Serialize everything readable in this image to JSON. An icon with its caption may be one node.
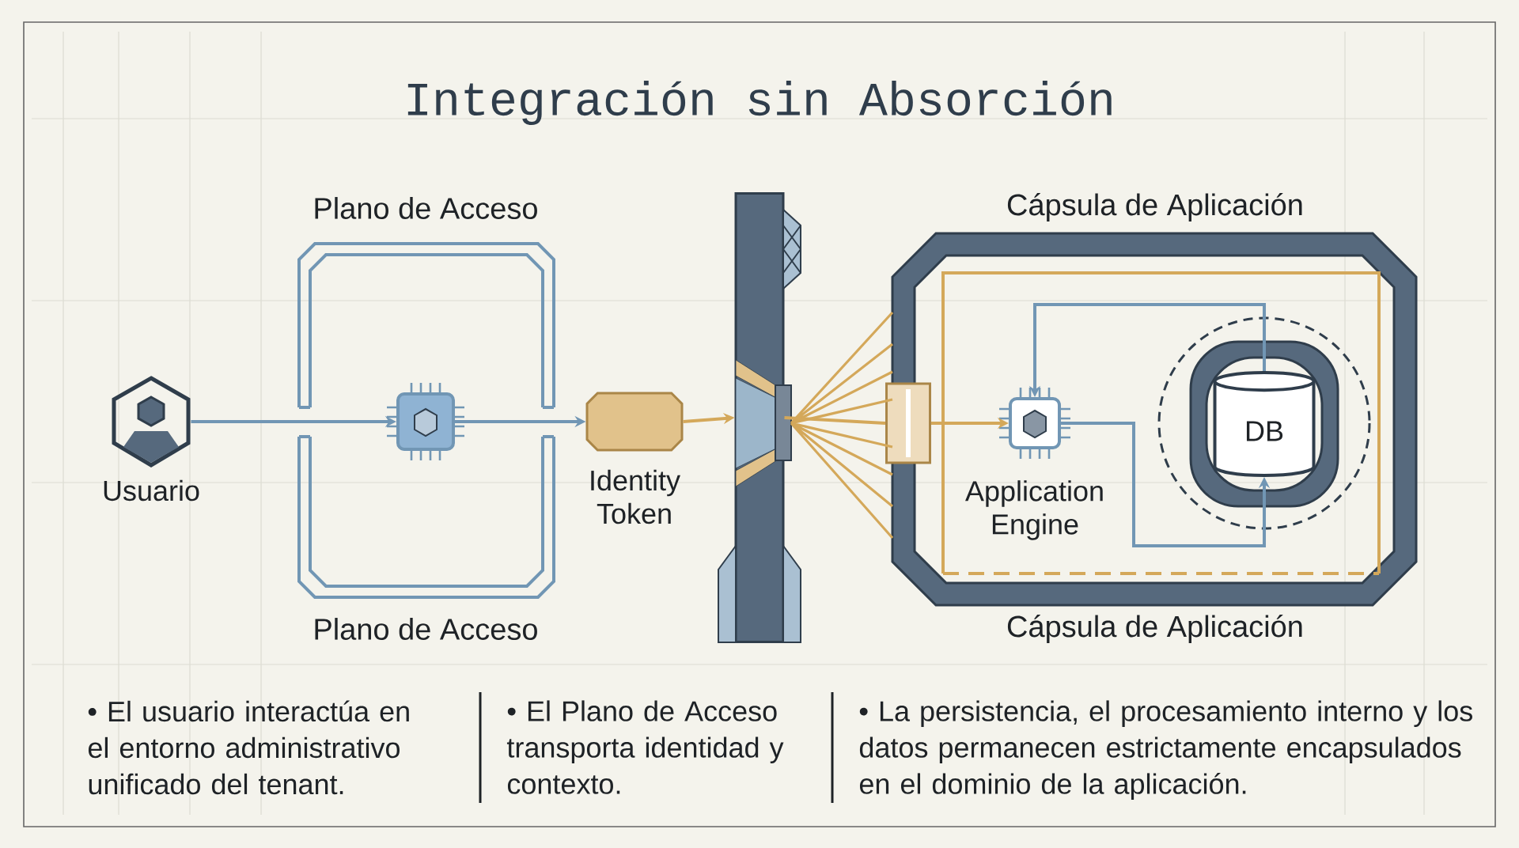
{
  "diagram": {
    "title": "Integración sin Absorción",
    "nodes": [
      {
        "text": [
          "Usuario"
        ]
      },
      {
        "text": [
          "Plano de Acceso",
          "Plano de Acceso"
        ]
      },
      {
        "text": [],
        "shape": "picture",
        "in": 1
      },
      {
        "text": [
          "Identity Token"
        ]
      },
      {
        "text": [],
        "shape": "bar"
      },
      {
        "text": [
          "Cápsula de Aplicación",
          "Cápsula de Aplicación"
        ]
      },
      {
        "text": [],
        "shape": "box"
      },
      {
        "text": [
          "Application Engine"
        ],
        "in": 5
      },
      {
        "text": [
          "DB"
        ],
        "in": 5
      }
    ],
    "edges": [
      {
        "from": 0,
        "to": 2,
        "arrow": "to"
      },
      {
        "from": 2,
        "to": 3,
        "arrow": "to"
      },
      {
        "from": 3,
        "to": 4,
        "arrow": "to",
        "color": "#d4a85a"
      },
      {
        "from": 4,
        "to": 6,
        "arrow": "none",
        "color": "#d4a85a"
      },
      {
        "from": 6,
        "to": 7,
        "arrow": "to",
        "color": "#d4a85a"
      },
      {
        "from": 8,
        "to": 7,
        "arrow": "to"
      },
      {
        "from": 7,
        "to": 8,
        "arrow": "to"
      }
    ],
    "labels": [
      "• El usuario interactúa en el entorno administrativo unificado del tenant.",
      "• El Plano de Acceso transporta identidad y contexto.",
      "• La persistencia, el procesamiento interno y los datos permanecen estrictamente encapsulados en el dominio de la aplicación."
    ]
  }
}
